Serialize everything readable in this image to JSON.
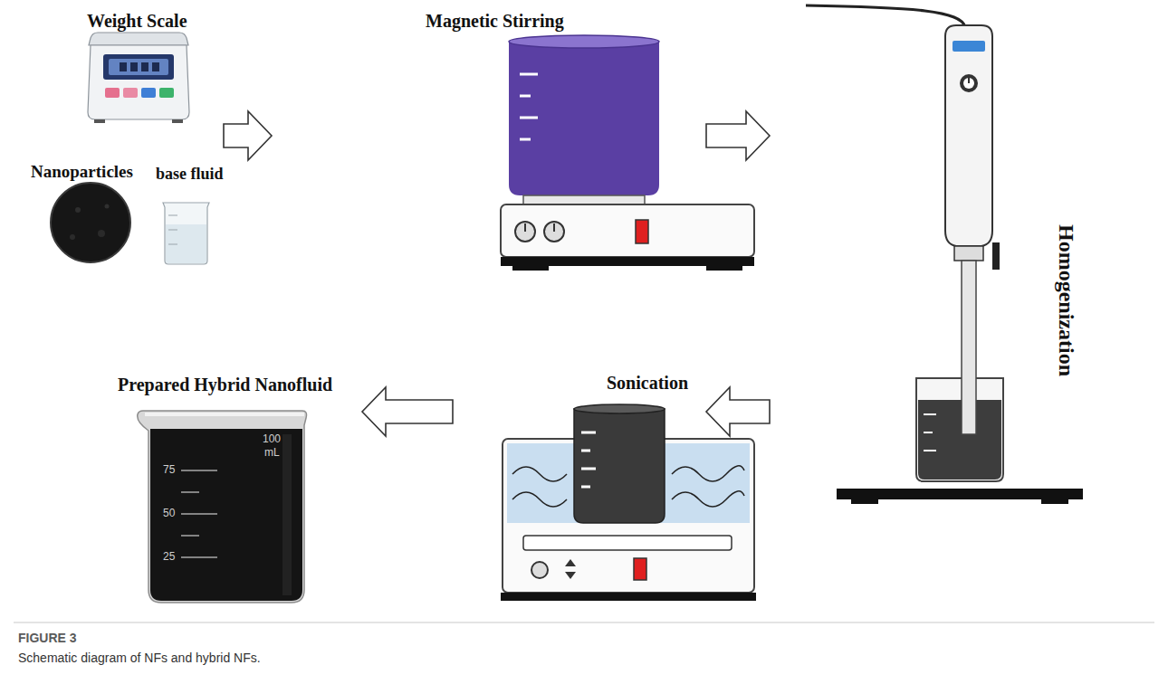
{
  "diagram": {
    "caption": "Schematic diagram of NFs and hybrid NFs.",
    "nodes": [
      {
        "text": [
          "Weight Scale"
        ]
      },
      {
        "text": [
          "Nanoparticles"
        ]
      },
      {
        "text": [
          "base fluid"
        ]
      },
      {
        "text": [
          "Magnetic Stirring"
        ]
      },
      {
        "text": [
          "Homogenization"
        ]
      },
      {
        "text": [
          "Sonication"
        ]
      },
      {
        "text": [
          "Prepared Hybrid Nanofluid"
        ]
      }
    ],
    "edges": [
      {
        "from": 0,
        "to": 3,
        "arrow": "to"
      },
      {
        "from": 3,
        "to": 4,
        "arrow": "to"
      },
      {
        "from": 4,
        "to": 5,
        "arrow": "to"
      },
      {
        "from": 5,
        "to": 6,
        "arrow": "to"
      }
    ],
    "labels": [
      "100",
      "mL",
      "75",
      "50",
      "25",
      "FIGURE 3"
    ]
  }
}
